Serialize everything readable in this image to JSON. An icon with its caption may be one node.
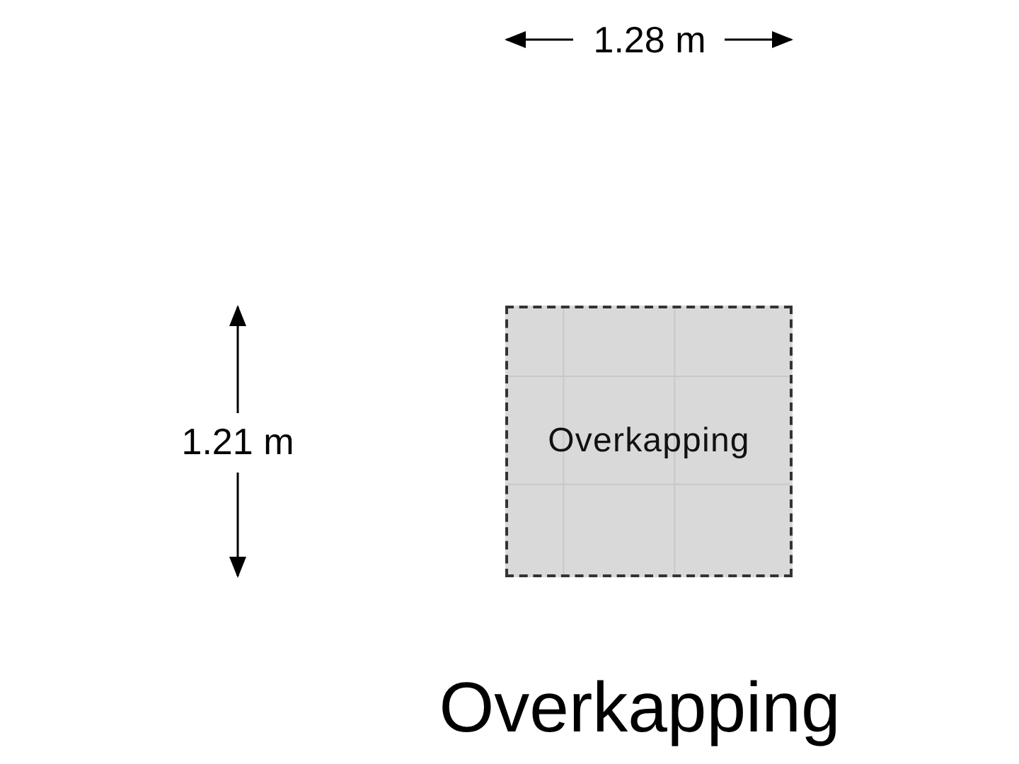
{
  "diagram": {
    "title": "Overkapping",
    "nodes": [
      {
        "text": [
          "Overkapping"
        ]
      }
    ],
    "labels": [
      "1.28 m",
      "1.21 m"
    ]
  }
}
